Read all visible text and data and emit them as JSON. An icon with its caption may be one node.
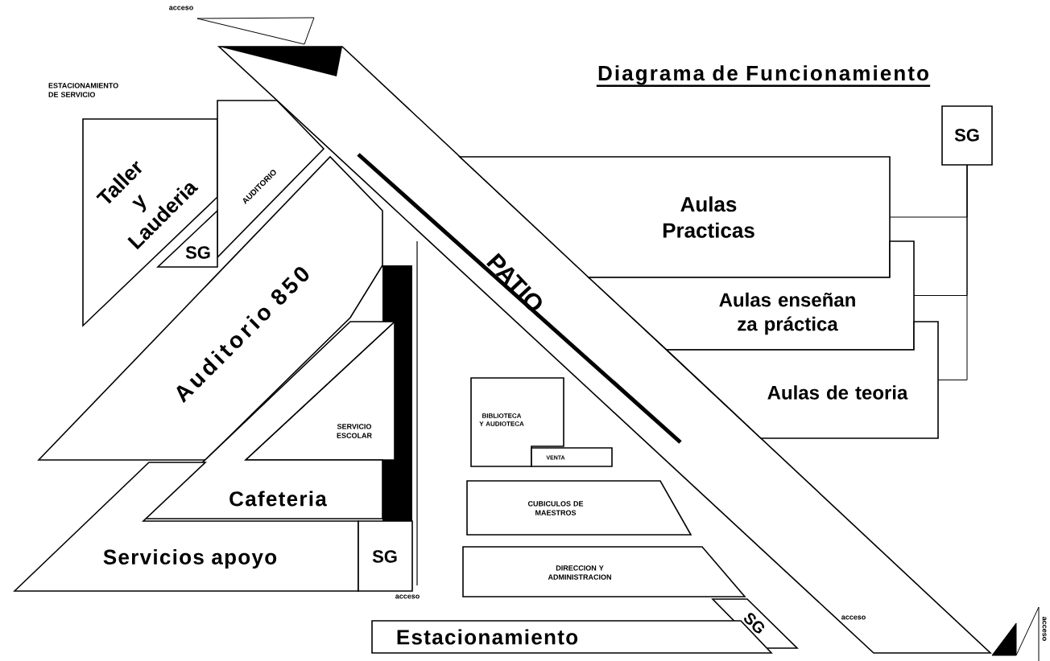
{
  "diagram": {
    "title": "Diagrama de Funcionamiento",
    "nodes": [
      {
        "text": [
          "Taller y Lauderia"
        ]
      },
      {
        "text": [
          "AUDITORIO"
        ]
      },
      {
        "text": [
          "SG"
        ]
      },
      {
        "text": [
          "PATIO"
        ]
      },
      {
        "text": [
          "Aulas Practicas"
        ]
      },
      {
        "text": [
          "SG"
        ]
      },
      {
        "text": [
          "Aulas enseñan za práctica"
        ]
      },
      {
        "text": [
          "Aulas de teoria"
        ]
      },
      {
        "text": [
          "Auditorio 850"
        ]
      },
      {
        "text": [
          "SERVICIO ESCOLAR"
        ]
      },
      {
        "text": [
          "Cafeteria"
        ]
      },
      {
        "text": [
          "Servicios apoyo"
        ]
      },
      {
        "text": [
          "SG"
        ]
      },
      {
        "text": [
          "BIBLIOTECA Y AUDIOTECA"
        ]
      },
      {
        "text": [
          "VENTA"
        ]
      },
      {
        "text": [
          "CUBICULOS DE MAESTROS"
        ]
      },
      {
        "text": [
          "DIRECCION Y ADMINISTRACION"
        ]
      },
      {
        "text": [
          "SG"
        ]
      },
      {
        "text": [
          "Estacionamiento"
        ]
      }
    ],
    "edges": [
      {
        "from": 5,
        "to": 4,
        "arrow": "none"
      },
      {
        "from": 5,
        "to": 6,
        "arrow": "none"
      },
      {
        "from": 5,
        "to": 7,
        "arrow": "none"
      }
    ],
    "labels": [
      "acceso",
      "ESTACIONAMIENTO DE SERVICIO",
      "acceso",
      "acceso",
      "acceso"
    ]
  }
}
